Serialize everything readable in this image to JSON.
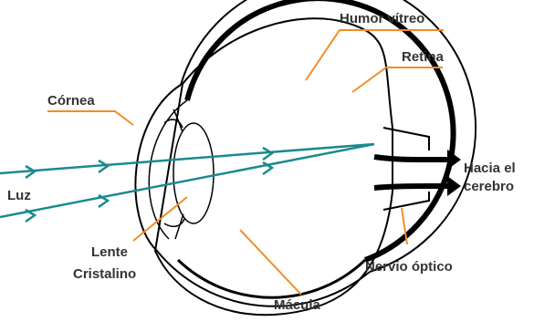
{
  "diagram": {
    "colors": {
      "leader_line": "#F28C28",
      "light_ray": "#1A8A8E",
      "outline": "#000000",
      "label_text": "#333333"
    },
    "labels": {
      "humor_vitreo": "Humor vítreo",
      "retina": "Retina",
      "cornea": "Córnea",
      "luz": "Luz",
      "hacia_el_cerebro_line1": "Hacia el",
      "hacia_el_cerebro_line2": "cerebro",
      "lente_cristalino_line1": "Lente",
      "lente_cristalino_line2": "Cristalino",
      "nervio_optico": "Nervio óptico",
      "macula": "Mácula"
    }
  }
}
